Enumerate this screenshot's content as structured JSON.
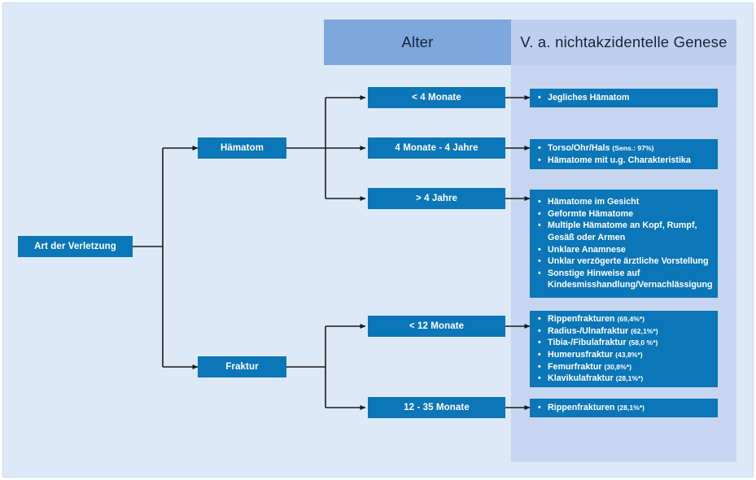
{
  "diagram": {
    "columns": [
      {
        "id": "alter",
        "title": "Alter",
        "color": "#7da7dd"
      },
      {
        "id": "genese",
        "title": "V. a. nichtakzidentelle Genese",
        "color": "#bdcfee"
      }
    ],
    "colors": {
      "page_background": "#dde9f7",
      "node_blue": "#0b76b8",
      "header_alter": "#7da7dd",
      "header_genese": "#bdcfee",
      "band_genese": "#c6d5f0",
      "connector": "#1a1a1a",
      "node_text": "#ffffff"
    },
    "root": {
      "label": "Art der Verletzung"
    },
    "branches": [
      {
        "id": "haematom",
        "label": "Hämatom"
      },
      {
        "id": "fraktur",
        "label": "Fraktur"
      }
    ],
    "age_nodes": [
      {
        "id": "lt4m",
        "label": "< 4 Monate"
      },
      {
        "id": "4m4j",
        "label": "4 Monate - 4 Jahre"
      },
      {
        "id": "gt4j",
        "label": "> 4 Jahre"
      },
      {
        "id": "lt12m",
        "label": "< 12 Monate"
      },
      {
        "id": "m1235",
        "label": "12 - 35 Monate"
      }
    ],
    "findings": [
      {
        "id": "f-lt4m",
        "items": [
          {
            "text": "Jegliches Hämatom",
            "pct": ""
          }
        ]
      },
      {
        "id": "f-4m4j",
        "items": [
          {
            "text": "Torso/Ohr/Hals ",
            "pct": "(Sens.: 97%)"
          },
          {
            "text": "Hämatome mit u.g. Charakteristika",
            "pct": ""
          }
        ]
      },
      {
        "id": "f-gt4j",
        "items": [
          {
            "text": "Hämatome im Gesicht",
            "pct": ""
          },
          {
            "text": "Geformte Hämatome",
            "pct": ""
          },
          {
            "text": "Multiple Hämatome an Kopf, Rumpf, Gesäß oder Armen",
            "pct": ""
          },
          {
            "text": "Unklare Anamnese",
            "pct": ""
          },
          {
            "text": "Unklar verzögerte ärztliche Vorstellung",
            "pct": ""
          },
          {
            "text": "Sonstige Hinweise auf Kindesmisshandlung/Vernachlässigung",
            "pct": ""
          }
        ]
      },
      {
        "id": "f-lt12m",
        "items": [
          {
            "text": "Rippenfrakturen ",
            "pct": "(69,4%*)"
          },
          {
            "text": "Radius-/Ulnafraktur ",
            "pct": "(62,1%*)"
          },
          {
            "text": "Tibia-/Fibulafraktur ",
            "pct": "(58,0 %*)"
          },
          {
            "text": "Humerusfraktur ",
            "pct": "(43,8%*)"
          },
          {
            "text": "Femurfraktur ",
            "pct": "(30,8%*)"
          },
          {
            "text": "Klavikulafraktur ",
            "pct": "(28,1%*)"
          }
        ]
      },
      {
        "id": "f-m1235",
        "items": [
          {
            "text": "Rippenfrakturen ",
            "pct": "(28,1%*)"
          }
        ]
      }
    ]
  }
}
